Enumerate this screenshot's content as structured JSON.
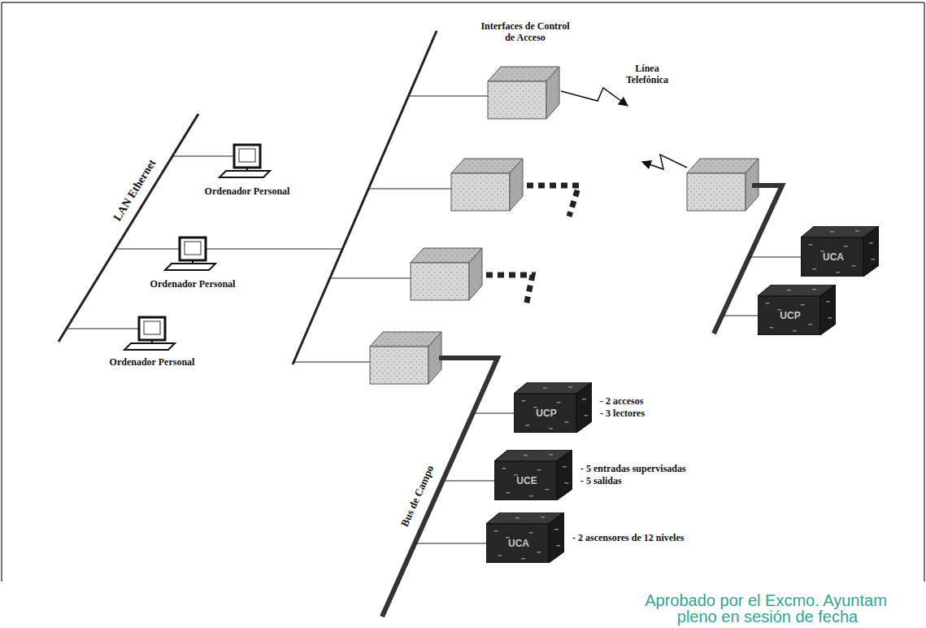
{
  "diagram": {
    "nodes": [
      {
        "text": [
          "Ordenador Personal"
        ]
      },
      {
        "text": [
          "Ordenador Personal"
        ]
      },
      {
        "text": [
          "Ordenador Personal"
        ]
      },
      {
        "text": [
          "UCA"
        ]
      },
      {
        "text": [
          "UCP"
        ]
      },
      {
        "text": [
          "UCP",
          "- 2 accesos",
          "- 3 lectores"
        ]
      },
      {
        "text": [
          "UCE",
          "- 5 entradas supervisadas",
          "- 5 salidas"
        ]
      },
      {
        "text": [
          "UCA",
          "- 2 ascensores de 12 niveles"
        ]
      }
    ],
    "labels": [
      "LAN Ethernet",
      "Interfaces de Control de Acceso",
      "Línea Telefónica",
      "Bus de Campo",
      "Aprobado por el Excmo. Ayuntam",
      "pleno en sesión de fecha"
    ]
  }
}
